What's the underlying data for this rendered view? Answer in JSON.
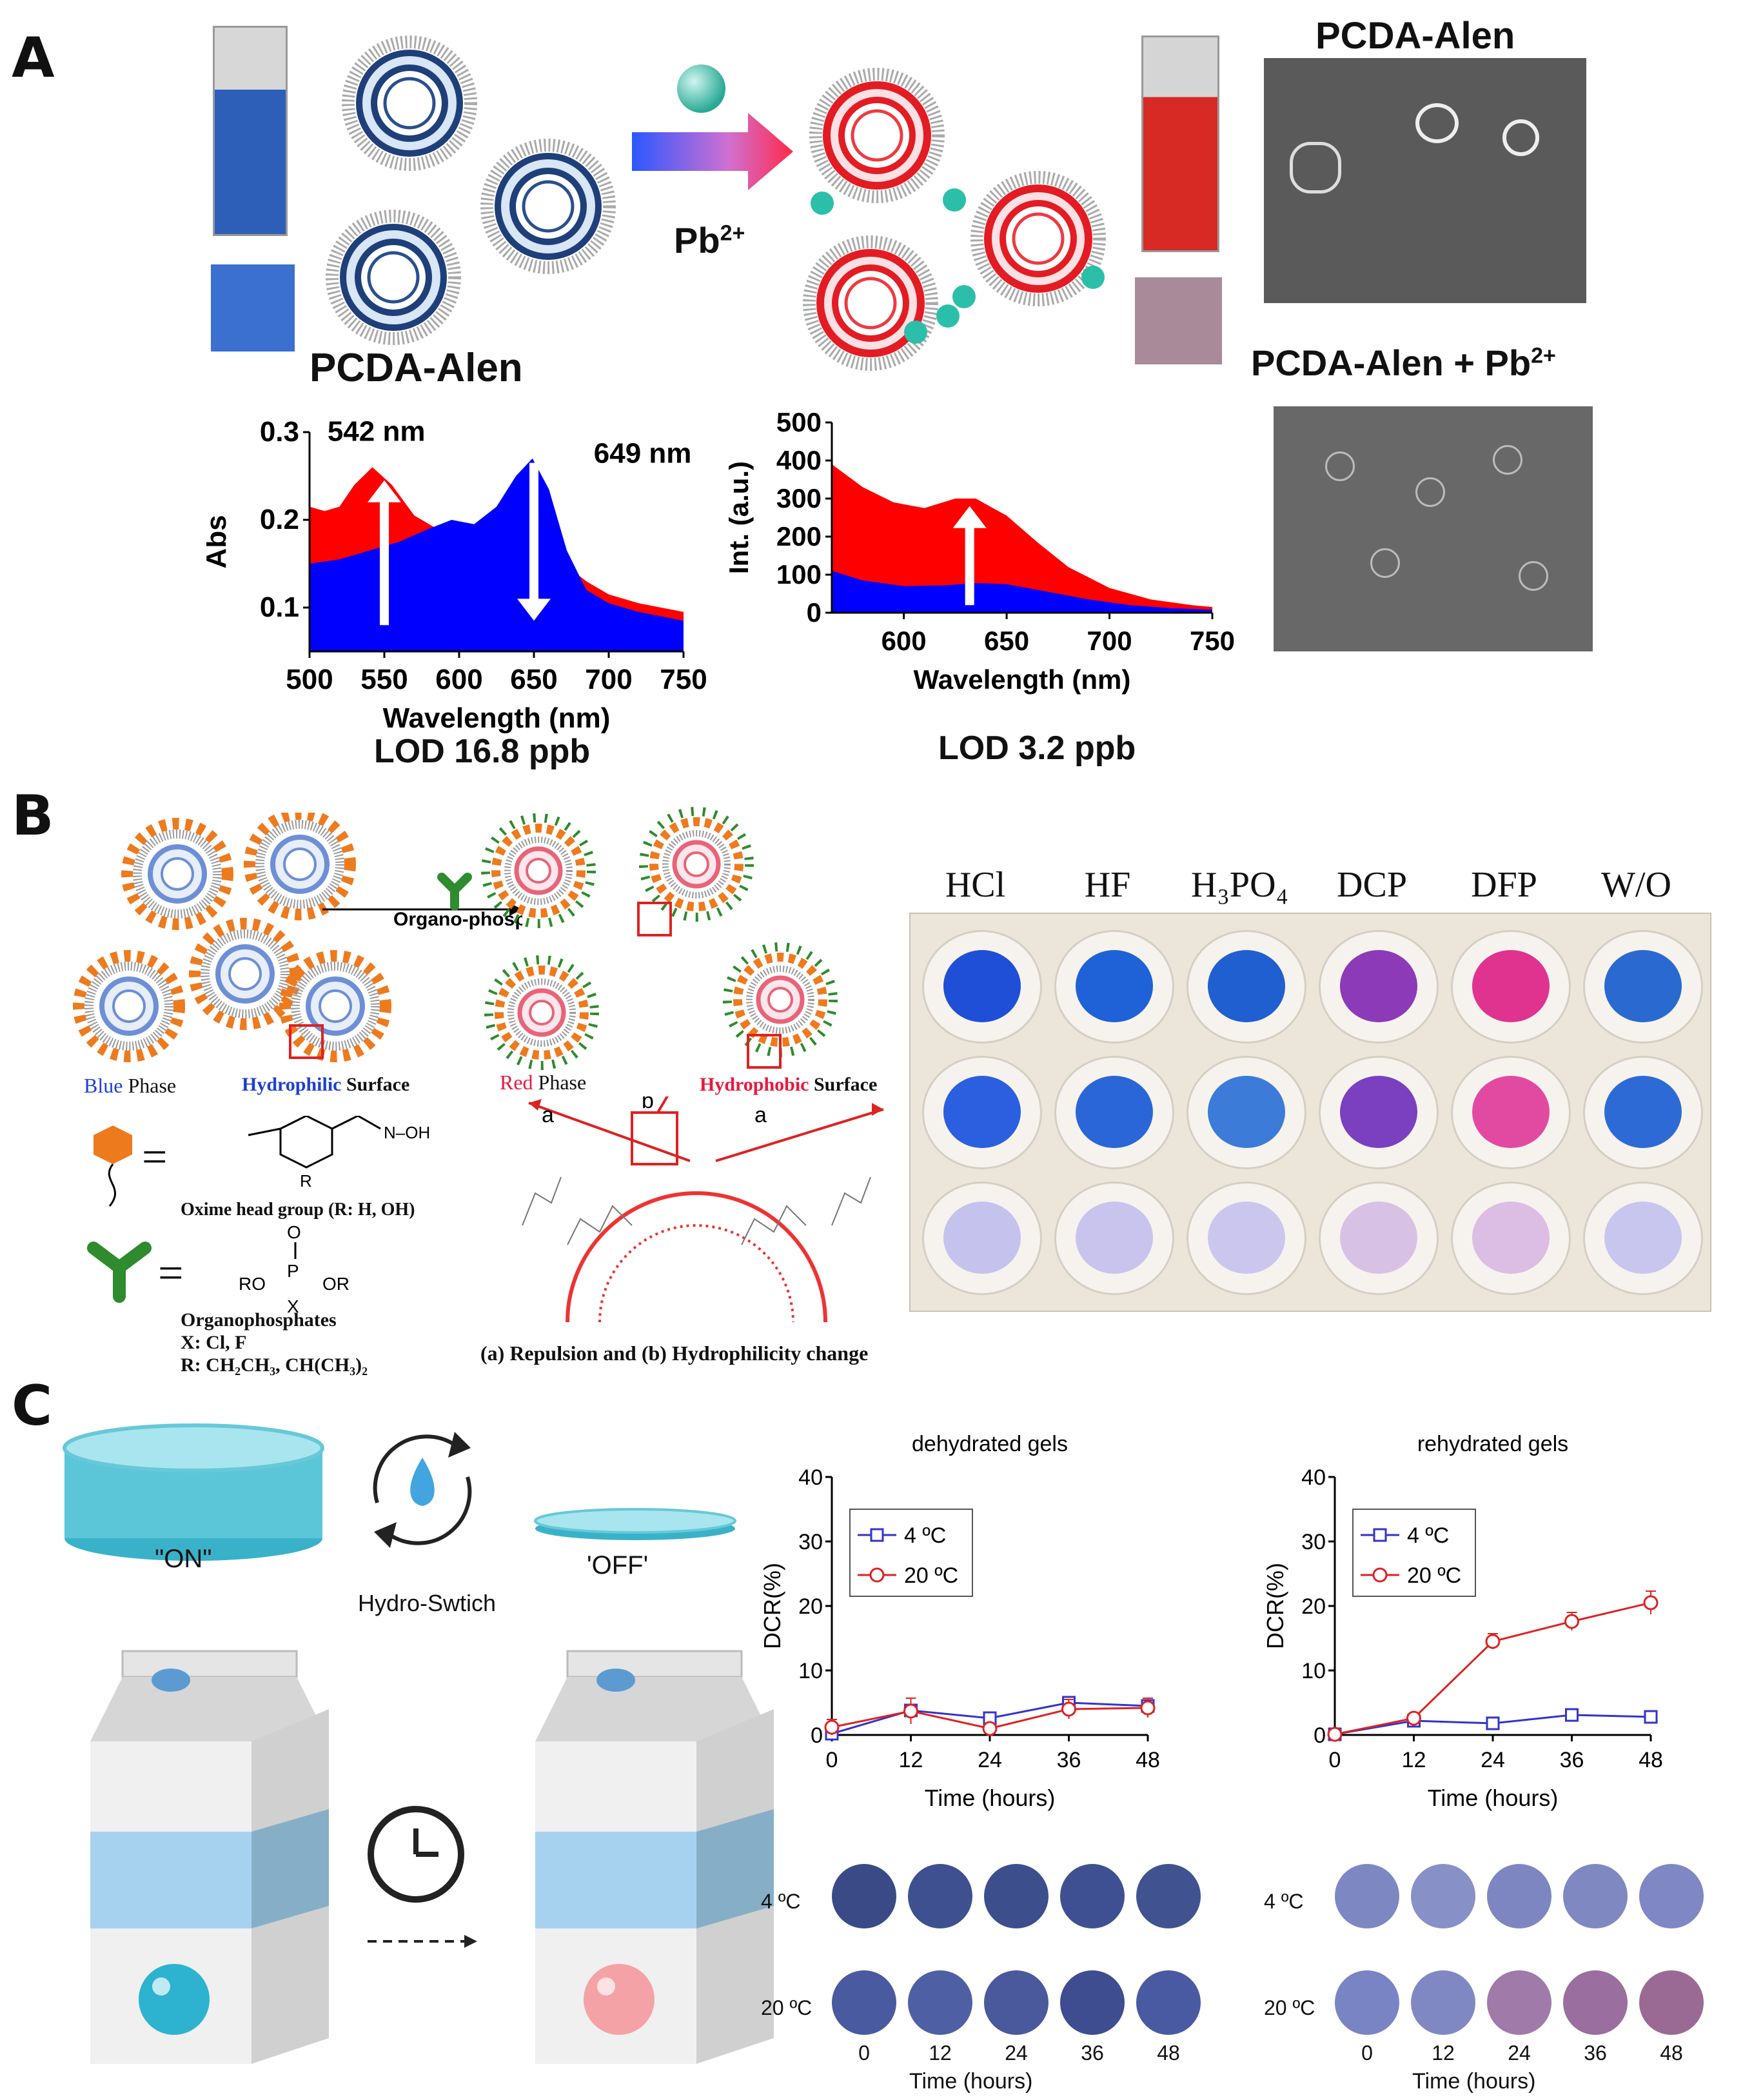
{
  "panelA": {
    "letter": "A",
    "label_pcda_alen": "PCDA-Alen",
    "pb_label": "Pb",
    "pb_sup": "2+",
    "sem_top_title": "PCDA-Alen",
    "sem_bottom_title": "PCDA-Alen + Pb",
    "sem_bottom_sup": "2+",
    "abs_chart": {
      "ylabel": "Abs",
      "xlabel": "Wavelength (nm)",
      "peak1": "542 nm",
      "peak2": "649 nm",
      "lod": "LOD 16.8 ppb"
    },
    "fl_chart": {
      "ylabel": "Int. (a.u.)",
      "xlabel": "Wavelength (nm)",
      "lod": "LOD 3.2 ppb"
    }
  },
  "chart_data": [
    {
      "type": "area",
      "xlabel": "Wavelength (nm)",
      "ylabel": "Abs",
      "xlim": [
        500,
        750
      ],
      "ylim": [
        0.05,
        0.3
      ],
      "xticks": [
        500,
        550,
        600,
        650,
        700,
        750
      ],
      "yticks": [
        0.1,
        0.2,
        0.3
      ],
      "annotations": [
        "542 nm",
        "649 nm"
      ],
      "series": [
        {
          "color": "#ff0000",
          "x": [
            500,
            510,
            520,
            530,
            542,
            555,
            570,
            585,
            600,
            615,
            630,
            640,
            649,
            660,
            670,
            685,
            700,
            720,
            750
          ],
          "y": [
            0.215,
            0.21,
            0.215,
            0.24,
            0.26,
            0.24,
            0.205,
            0.19,
            0.175,
            0.165,
            0.17,
            0.18,
            0.19,
            0.17,
            0.15,
            0.13,
            0.115,
            0.105,
            0.095
          ]
        },
        {
          "color": "#0000ff",
          "x": [
            500,
            520,
            540,
            560,
            580,
            595,
            610,
            625,
            638,
            649,
            660,
            672,
            685,
            700,
            720,
            750
          ],
          "y": [
            0.15,
            0.155,
            0.165,
            0.175,
            0.19,
            0.2,
            0.195,
            0.215,
            0.25,
            0.27,
            0.235,
            0.165,
            0.12,
            0.105,
            0.095,
            0.085
          ]
        }
      ]
    },
    {
      "type": "area",
      "xlabel": "Wavelength (nm)",
      "ylabel": "Int. (a.u.)",
      "xlim": [
        565,
        750
      ],
      "ylim": [
        0,
        500
      ],
      "xticks": [
        600,
        650,
        700,
        750
      ],
      "yticks": [
        0,
        100,
        200,
        300,
        400,
        500
      ],
      "series": [
        {
          "color": "#ff0000",
          "x": [
            565,
            580,
            595,
            610,
            625,
            635,
            650,
            665,
            680,
            700,
            720,
            740,
            750
          ],
          "y": [
            390,
            330,
            290,
            275,
            300,
            300,
            255,
            185,
            120,
            65,
            35,
            20,
            15
          ]
        },
        {
          "color": "#0000ff",
          "x": [
            565,
            580,
            600,
            620,
            635,
            650,
            670,
            690,
            710,
            730,
            750
          ],
          "y": [
            110,
            85,
            70,
            72,
            78,
            75,
            55,
            35,
            20,
            12,
            8
          ]
        }
      ]
    },
    {
      "type": "line",
      "title": "dehydrated gels",
      "xlabel": "Time (hours)",
      "ylabel": "DCR(%)",
      "xlim": [
        0,
        48
      ],
      "ylim": [
        0,
        40
      ],
      "xticks": [
        0,
        12,
        24,
        36,
        48
      ],
      "yticks": [
        0,
        10,
        20,
        30,
        40
      ],
      "legend": "top-left",
      "series": [
        {
          "name": "4 ºC",
          "color": "#3333cc",
          "marker": "square",
          "x": [
            0,
            12,
            24,
            36,
            48
          ],
          "y": [
            0.2,
            3.8,
            2.6,
            5.0,
            4.5
          ],
          "err": [
            0.3,
            0.5,
            0.4,
            0.5,
            0.6
          ]
        },
        {
          "name": "20 ºC",
          "color": "#dd2222",
          "marker": "circle",
          "x": [
            0,
            12,
            24,
            36,
            48
          ],
          "y": [
            1.2,
            3.7,
            1.0,
            4.0,
            4.2
          ],
          "err": [
            1.2,
            2.0,
            0.6,
            1.5,
            1.5
          ]
        }
      ]
    },
    {
      "type": "line",
      "title": "rehydrated gels",
      "xlabel": "Time (hours)",
      "ylabel": "DCR(%)",
      "xlim": [
        0,
        48
      ],
      "ylim": [
        0,
        40
      ],
      "xticks": [
        0,
        12,
        24,
        36,
        48
      ],
      "yticks": [
        0,
        10,
        20,
        30,
        40
      ],
      "legend": "top-left",
      "series": [
        {
          "name": "4 ºC",
          "color": "#3333cc",
          "marker": "square",
          "x": [
            0,
            12,
            24,
            36,
            48
          ],
          "y": [
            0.1,
            2.2,
            1.8,
            3.1,
            2.8
          ],
          "err": [
            0.2,
            0.4,
            0.3,
            0.5,
            0.4
          ]
        },
        {
          "name": "20 ºC",
          "color": "#dd2222",
          "marker": "circle",
          "x": [
            0,
            12,
            24,
            36,
            48
          ],
          "y": [
            0.1,
            2.6,
            14.5,
            17.6,
            20.5
          ],
          "err": [
            0.2,
            0.4,
            1.2,
            1.4,
            1.8
          ]
        }
      ]
    }
  ],
  "panelB": {
    "letter": "B",
    "arrow_label": "Organo-phosphate",
    "blue_word": "Blue",
    "phase_word": " Phase",
    "hydrophilic_word": "Hydrophilic",
    "surface_word": " Surface",
    "red_word": "Red",
    "hydrophobic_word": "Hydrophobic",
    "oxime_caption": "Oxime head group (R: H, OH)",
    "organophosphates_caption": "Organophosphates",
    "x_caption": "X: Cl, F",
    "r_caption": "R: CH₂CH₃, CH(CH₃)₂",
    "repulsion_caption": "(a) Repulsion and (b) Hydrophilicity change",
    "equals": "=",
    "label_a": "a",
    "label_b": "b",
    "formula_ro": "RO",
    "formula_or": "OR",
    "formula_p": "P",
    "formula_o": "O",
    "formula_x": "X",
    "formula_r": "R",
    "formula_noh": "N–OH",
    "columns": [
      "HCl",
      "HF",
      "H₃PO₄",
      "DCP",
      "DFP",
      "W/O"
    ],
    "colors": {
      "blue_phase": "#1d3fd6",
      "red_phase": "#e8193c"
    }
  },
  "panelC": {
    "letter": "C",
    "on_label": "\"ON\"",
    "off_label": "'OFF'",
    "switch_label": "Hydro-Swtich",
    "photos": {
      "row_labels": [
        "4 ºC",
        "20 ºC"
      ],
      "times": [
        "0",
        "12",
        "24",
        "36",
        "48"
      ],
      "xlabel": "Time (hours)"
    }
  }
}
